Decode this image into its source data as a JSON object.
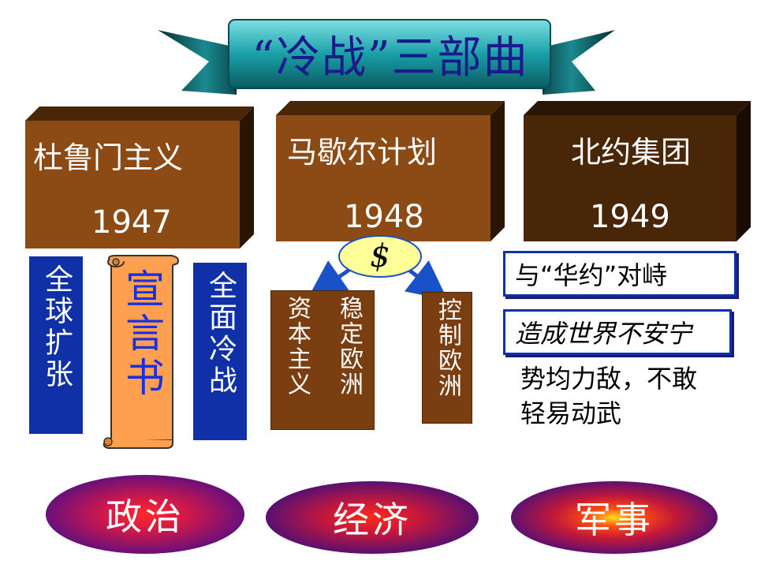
{
  "title": "“冷战”三部曲",
  "colors": {
    "banner_teal": "#1aa0a8",
    "banner_dark": "#0a4a50",
    "box_brown": "#8c4a14",
    "box_dark": "#4a2608",
    "blue_block": "#1030a8",
    "scroll_orange": "#ffa050",
    "title_text": "#1a1a8c"
  },
  "policies": [
    {
      "name": "杜鲁门主义",
      "year": "1947"
    },
    {
      "name": "马歇尔计划",
      "year": "1948"
    },
    {
      "name": "北约集团",
      "year": "1949"
    }
  ],
  "truman": {
    "left": "全球扩张",
    "scroll": "宣言书",
    "right": "全面冷战"
  },
  "marshall": {
    "dollar": "$",
    "col1": "资本主义",
    "col2": "稳定欧洲",
    "col3": "控制欧洲"
  },
  "nato": {
    "box1": "与“华约”对峙",
    "box2": "造成世界不安宁",
    "line1": "势均力敌，不敢",
    "line2": "轻易动武"
  },
  "categories": [
    "政治",
    "经济",
    "军事"
  ]
}
